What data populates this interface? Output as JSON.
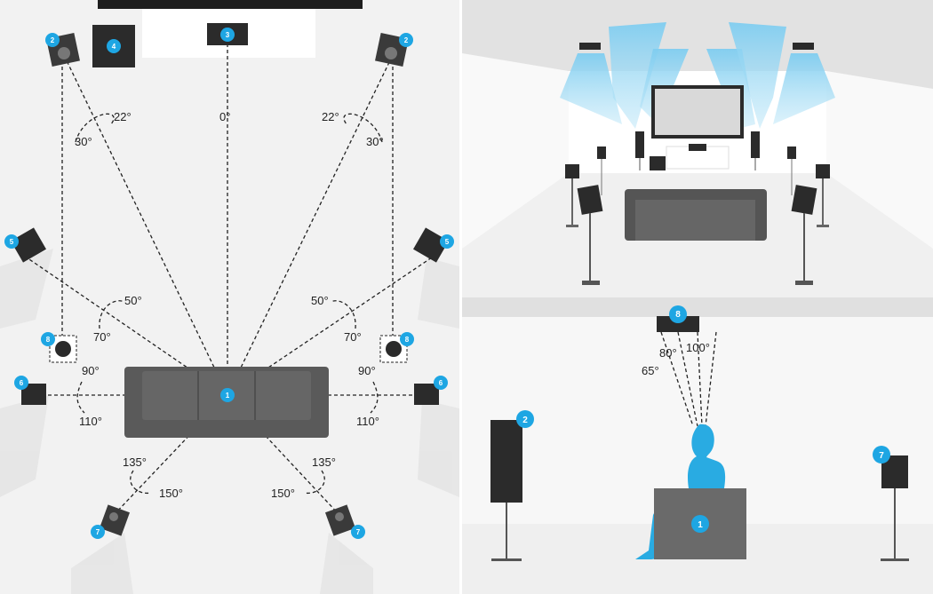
{
  "colors": {
    "accent": "#1ea6e3",
    "speaker": "#2b2b2b",
    "sofa": "#5a5a5a",
    "person": "#29abe2",
    "floor": "#f2f2f2",
    "beam": "#9ed8f2"
  },
  "top_view": {
    "badges": {
      "listener": "1",
      "front_left": "2",
      "front_right": "2",
      "center": "3",
      "subwoofer": "4",
      "side_left": "5",
      "side_right": "5",
      "surround_left": "6",
      "surround_right": "6",
      "rear_left": "7",
      "rear_right": "7",
      "height_left": "8",
      "height_right": "8"
    },
    "angles": {
      "center": "0°",
      "front_left_inner": "22°",
      "front_left_outer": "30°",
      "front_right_inner": "22°",
      "front_right_outer": "30°",
      "side_left_inner": "50°",
      "side_left_outer": "70°",
      "side_right_inner": "50°",
      "side_right_outer": "70°",
      "surround_left_inner": "90°",
      "surround_left_outer": "110°",
      "surround_right_inner": "90°",
      "surround_right_outer": "110°",
      "rear_left_inner": "135°",
      "rear_left_outer": "150°",
      "rear_right_inner": "135°",
      "rear_right_outer": "150°"
    }
  },
  "side_view": {
    "badges": {
      "listener": "1",
      "front": "2",
      "rear": "7",
      "ceiling": "8"
    },
    "angles": {
      "a": "65°",
      "b": "80°",
      "c": "100°"
    }
  }
}
